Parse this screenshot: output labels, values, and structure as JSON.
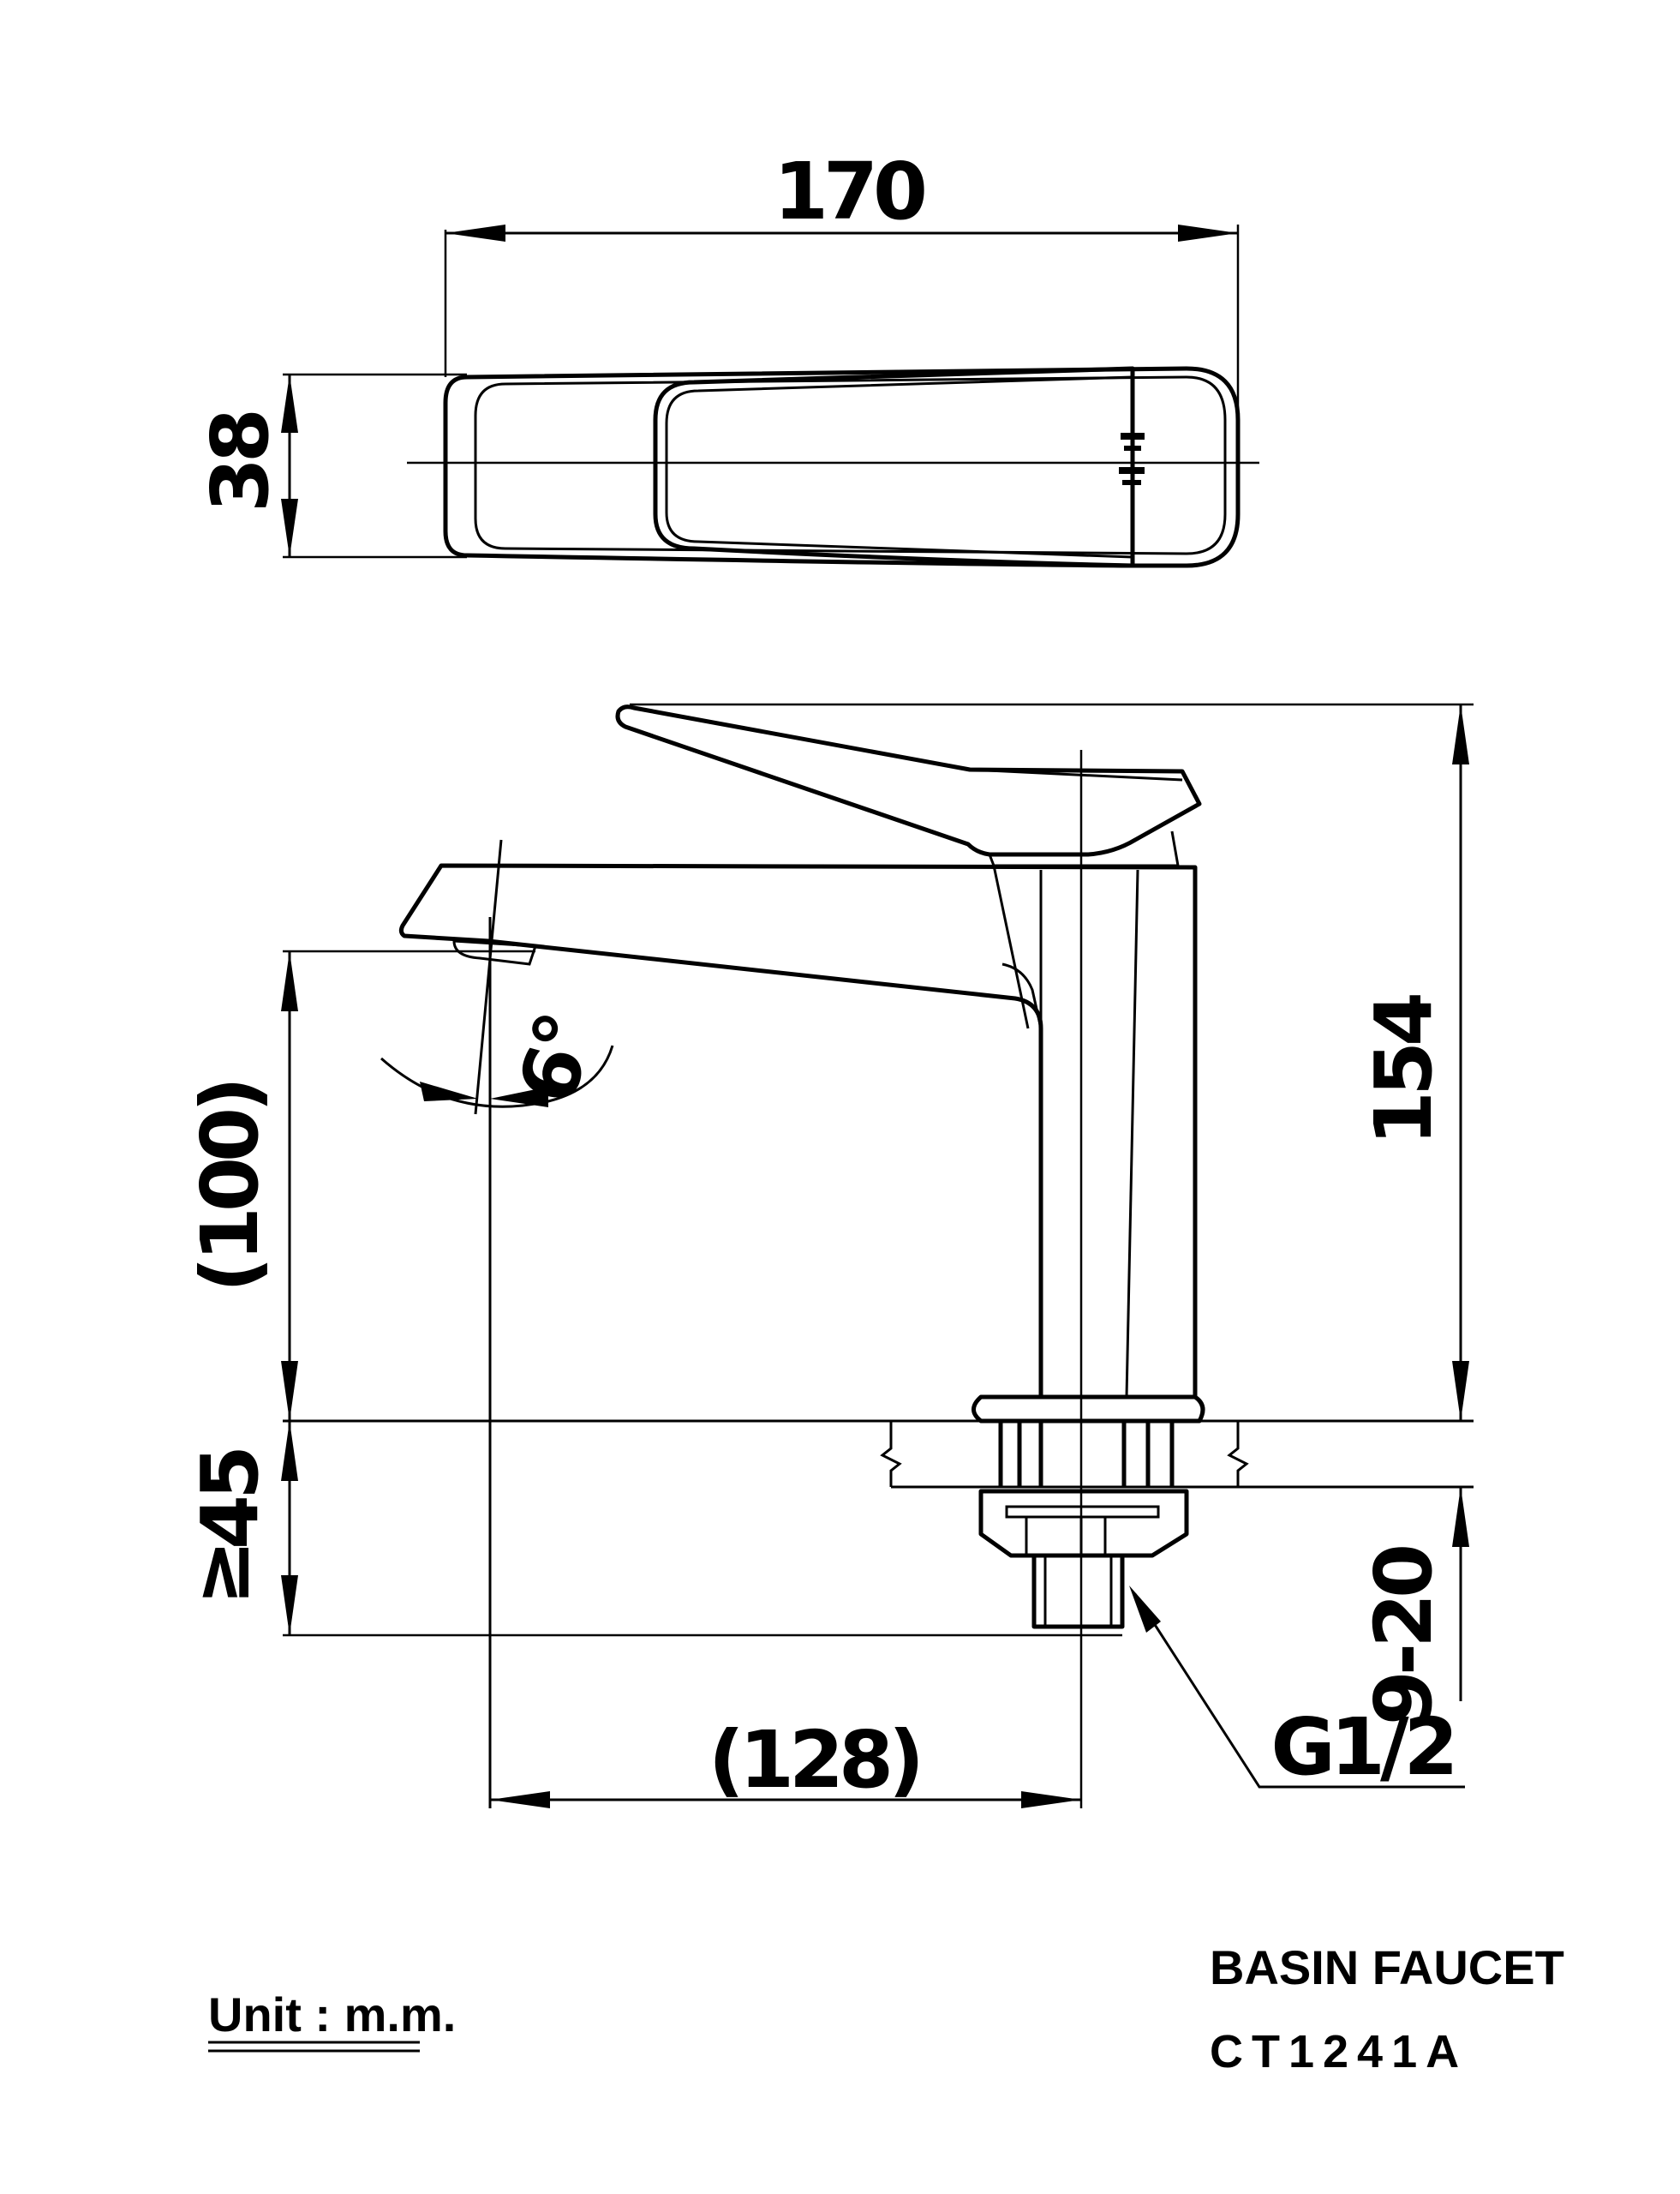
{
  "dimensions": {
    "top_width": "170",
    "top_depth": "38",
    "height": "154",
    "spout_height": "(100)",
    "deck_thickness": "45",
    "deck_thickness_prefix": "≥",
    "reach": "(128)",
    "thread_length": "9-20",
    "thread": "G1/2",
    "angle": "6°"
  },
  "title_block": {
    "product_name": "BASIN FAUCET",
    "model": "CT1241A",
    "unit_label": "Unit : m.m."
  }
}
